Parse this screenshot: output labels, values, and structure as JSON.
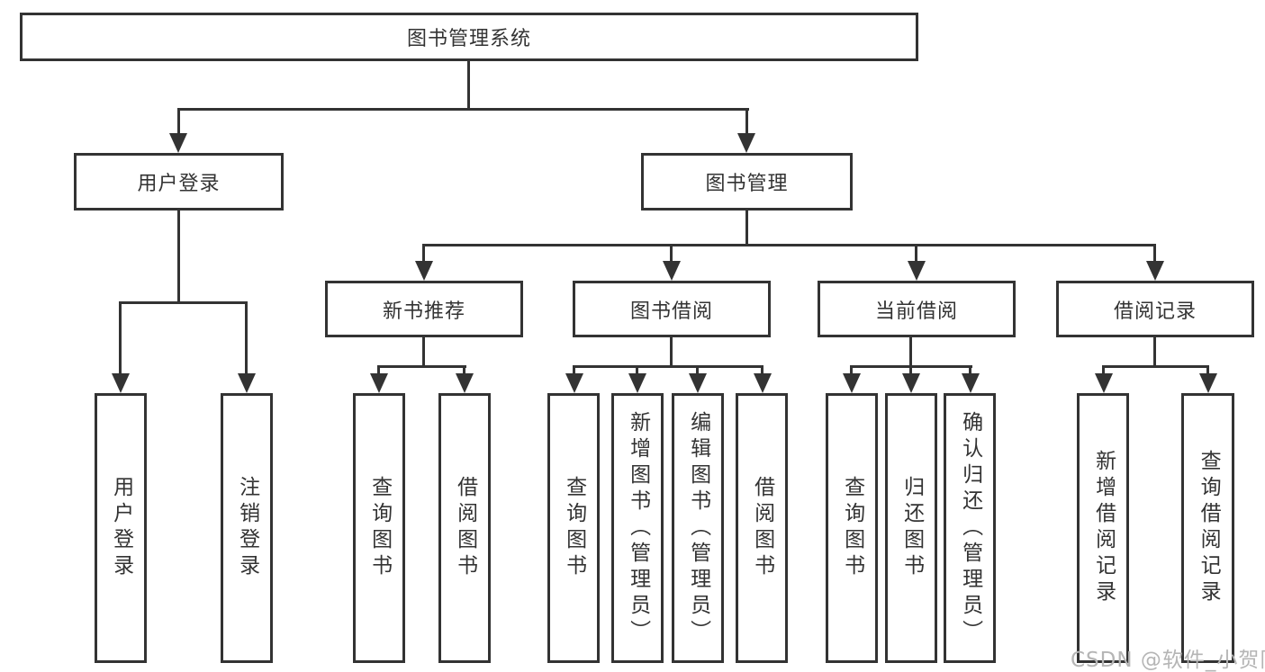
{
  "tree": {
    "label": "图书管理系统",
    "children": [
      {
        "label": "用户登录",
        "children": [
          {
            "label": "用户登录"
          },
          {
            "label": "注销登录"
          }
        ]
      },
      {
        "label": "图书管理",
        "children": [
          {
            "label": "新书推荐",
            "children": [
              {
                "label": "查询图书"
              },
              {
                "label": "借阅图书"
              }
            ]
          },
          {
            "label": "图书借阅",
            "children": [
              {
                "label": "查询图书"
              },
              {
                "label": "新增图书（管理员）"
              },
              {
                "label": "编辑图书（管理员）"
              },
              {
                "label": "借阅图书"
              }
            ]
          },
          {
            "label": "当前借阅",
            "children": [
              {
                "label": "查询图书"
              },
              {
                "label": "归还图书"
              },
              {
                "label": "确认归还（管理员）"
              }
            ]
          },
          {
            "label": "借阅记录",
            "children": [
              {
                "label": "新增借阅记录"
              },
              {
                "label": "查询借阅记录"
              }
            ]
          }
        ]
      }
    ]
  },
  "watermark": "CSDN @软件_小贺同学",
  "colors": {
    "line": "#333333",
    "text": "#333333",
    "background": "#ffffff",
    "watermark": "#b5b5b5"
  }
}
